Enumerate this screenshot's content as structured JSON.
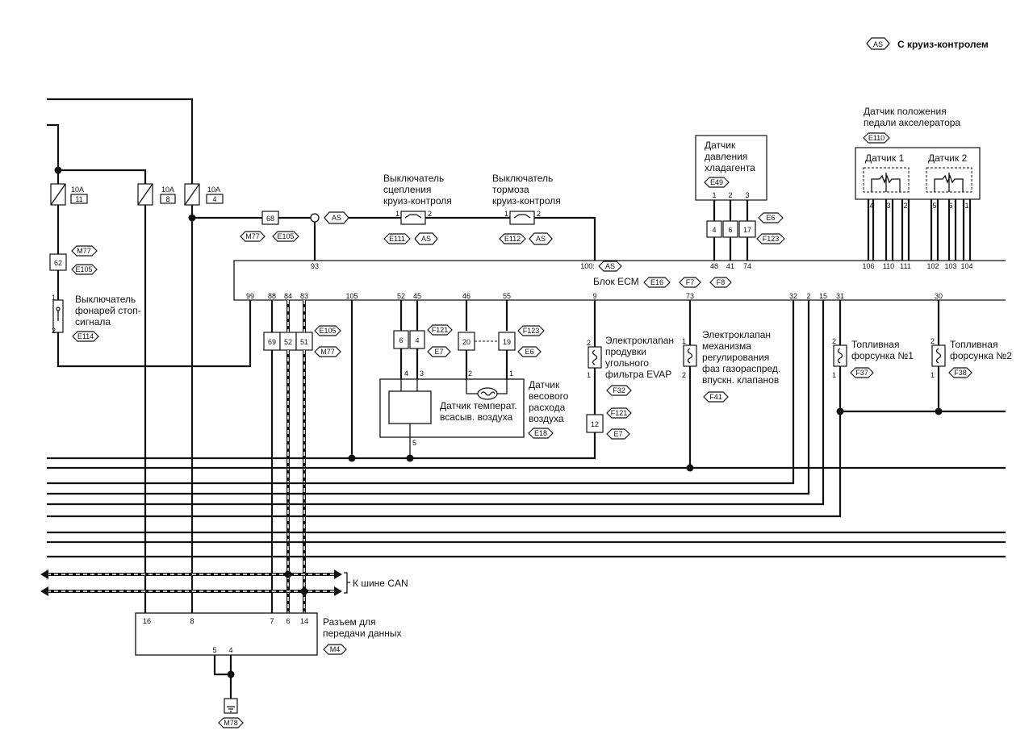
{
  "legend": {
    "badge": "AS",
    "text": "С круиз-контролем"
  },
  "fuses": [
    {
      "rating": "10A",
      "num": "11"
    },
    {
      "rating": "10A",
      "num": "8"
    },
    {
      "rating": "10A",
      "num": "4"
    }
  ],
  "stop_switch": {
    "label": [
      "Выключатель",
      "фонарей стоп-",
      "сигнала"
    ],
    "code": "E114",
    "pin_top": "1",
    "pin_bot": "2",
    "junction": "62",
    "junction_codes": [
      "M77",
      "E105"
    ]
  },
  "joint_68": {
    "num": "68",
    "codes": [
      "M77",
      "E105"
    ]
  },
  "clutch_switch": {
    "label": [
      "Выключатель",
      "сцепления",
      "круиз-контроля"
    ],
    "code": "E111",
    "badge": "AS",
    "pin1": "1",
    "pin2": "2"
  },
  "brake_switch": {
    "label": [
      "Выключатель",
      "тормоза",
      "круиз-контроля"
    ],
    "code": "E112",
    "badge": "AS",
    "pin1": "1",
    "pin2": "2"
  },
  "refrig_sensor": {
    "label": [
      "Датчик",
      "давления",
      "хладагента"
    ],
    "code": "E49",
    "pins": [
      "1",
      "2",
      "3"
    ],
    "conn": [
      "4",
      "6",
      "17"
    ],
    "conn_codes": [
      "E6",
      "F123"
    ],
    "ecm_pins": [
      "48",
      "41",
      "74"
    ]
  },
  "pedal_sensor": {
    "label": [
      "Датчик положения",
      "педали акселератора"
    ],
    "code": "E110",
    "sub1": "Датчик 1",
    "sub2": "Датчик 2",
    "pins1": [
      "4",
      "3",
      "2"
    ],
    "pins2": [
      "5",
      "6",
      "1"
    ],
    "ecm_pins": [
      "106",
      "110",
      "111",
      "102",
      "103",
      "104"
    ]
  },
  "ecm": {
    "name": "Блок ECM",
    "codes": [
      "E16",
      "F7",
      "F8"
    ],
    "pin93": "93",
    "pin100": "100:",
    "badge": "AS",
    "pins_bottom": [
      "99",
      "88",
      "84",
      "83",
      "105",
      "52",
      "45",
      "46",
      "55",
      "9",
      "73",
      "32",
      "2",
      "15",
      "31",
      "30"
    ]
  },
  "junction_block": {
    "codes": [
      "E105",
      "M77"
    ],
    "cells": [
      "69",
      "52",
      "51"
    ]
  },
  "maf": {
    "label": [
      "Датчик",
      "весового",
      "расхода",
      "воздуха"
    ],
    "code": "E18",
    "inner_label": [
      "Датчик температ.",
      "всасыв. воздуха"
    ],
    "conn1": [
      "6",
      "4"
    ],
    "conn1_codes": [
      "F121",
      "E7"
    ],
    "conn2": [
      "20",
      "19"
    ],
    "conn2_codes": [
      "F123",
      "E6"
    ],
    "pins": [
      "4",
      "3",
      "2",
      "1",
      "5"
    ]
  },
  "evap_valve": {
    "label": [
      "Электроклапан",
      "продувки",
      "угольного",
      "фильтра EVAP"
    ],
    "code": "F32",
    "pin_top": "2",
    "pin_bot": "1",
    "conn": "12",
    "conn_codes": [
      "F121",
      "E7"
    ]
  },
  "vvt_valve": {
    "label": [
      "Электроклапан",
      "механизма",
      "регулирования",
      "фаз газораспред.",
      "впускн. клапанов"
    ],
    "code": "F41",
    "pin_top": "1",
    "pin_bot": "2"
  },
  "injector1": {
    "label": [
      "Топливная",
      "форсунка №1"
    ],
    "code": "F37",
    "pin_top": "2",
    "pin_bot": "1"
  },
  "injector2": {
    "label": [
      "Топливная",
      "форсунка №2"
    ],
    "code": "F38",
    "pin_top": "2",
    "pin_bot": "1"
  },
  "can_bus": {
    "label": "К шине CAN"
  },
  "dlc": {
    "label": [
      "Разъем для",
      "передачи данных"
    ],
    "code": "M4",
    "pins_top": [
      "16",
      "8",
      "7",
      "6",
      "14"
    ],
    "pins_bot": [
      "5",
      "4"
    ]
  },
  "ground": {
    "code": "M78"
  }
}
